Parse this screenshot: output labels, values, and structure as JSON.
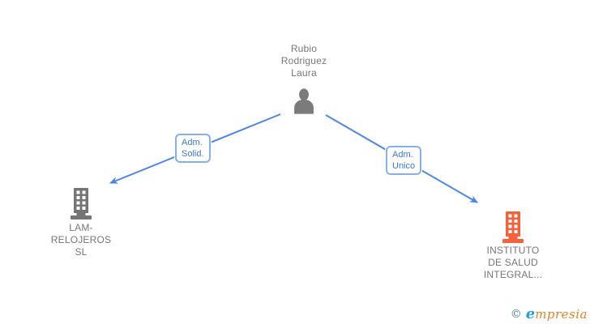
{
  "page": {
    "background": "#ffffff"
  },
  "colors": {
    "edge": "#4d86e8",
    "edge_label_text": "#3a78e7",
    "edge_label_border": "#85aff2",
    "node_text": "#777777",
    "person_icon": "#7b7b7b",
    "logo_copyright": "#4a7d92",
    "logo_e": "#1ba2dc",
    "logo_rest": "#e8811c"
  },
  "person": {
    "name": "Rubio Rodriguez Laura",
    "lines": [
      "Rubio",
      "Rodriguez",
      "Laura"
    ]
  },
  "edges": [
    {
      "name": "Adm. Solid.",
      "lines": [
        "Adm.",
        "Solid."
      ]
    },
    {
      "name": "Adm. Unico",
      "lines": [
        "Adm.",
        "Unico"
      ]
    }
  ],
  "companies": [
    {
      "name": "LAM-RELOJEROS SL",
      "lines": [
        "LAM-",
        "RELOJEROS",
        "SL"
      ],
      "icon_color": "#757575"
    },
    {
      "name": "INSTITUTO DE SALUD INTEGRAL...",
      "lines": [
        "INSTITUTO",
        "DE SALUD",
        "INTEGRAL..."
      ],
      "icon_color": "#f4613a"
    }
  ],
  "footer": {
    "copyright": "©",
    "brand_first": "e",
    "brand_rest": "mpresia"
  }
}
